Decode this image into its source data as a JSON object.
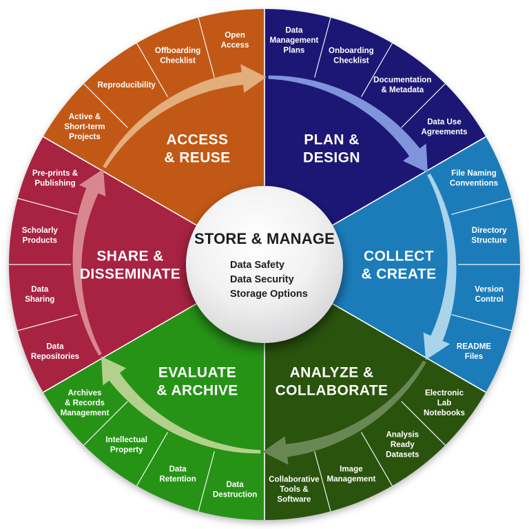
{
  "center": {
    "title": "STORE & MANAGE",
    "items": [
      "Data Safety",
      "Data Security",
      "Storage Options"
    ]
  },
  "segments": [
    {
      "id": "plan-design",
      "label": "PLAN & DESIGN",
      "label_lines": [
        "PLAN &",
        "DESIGN"
      ],
      "color": "#1a1575",
      "arrow_color": "#8094dc",
      "subitems": [
        {
          "label": "Data Management Plans",
          "lines": [
            "Data",
            "Management",
            "Plans"
          ]
        },
        {
          "label": "Onboarding Checklist",
          "lines": [
            "Onboarding",
            "Checklist"
          ]
        },
        {
          "label": "Documentation & Metadata",
          "lines": [
            "Documentation",
            "& Metadata"
          ]
        },
        {
          "label": "Data Use Agreements",
          "lines": [
            "Data Use",
            "Agreements"
          ]
        }
      ]
    },
    {
      "id": "collect-create",
      "label": "COLLECT & CREATE",
      "label_lines": [
        "COLLECT",
        "& CREATE"
      ],
      "color": "#1d7cba",
      "arrow_color": "#a9d4ea",
      "subitems": [
        {
          "label": "File Naming Conventions",
          "lines": [
            "File Naming",
            "Conventions"
          ]
        },
        {
          "label": "Directory Structure",
          "lines": [
            "Directory",
            "Structure"
          ]
        },
        {
          "label": "Version Control",
          "lines": [
            "Version",
            "Control"
          ]
        },
        {
          "label": "README Files",
          "lines": [
            "README",
            "Files"
          ]
        }
      ]
    },
    {
      "id": "analyze-collaborate",
      "label": "ANALYZE & COLLABORATE",
      "label_lines": [
        "ANALYZE &",
        "COLLABORATE"
      ],
      "color": "#2c530f",
      "arrow_color": "#698753",
      "subitems": [
        {
          "label": "Electronic Lab Notebooks",
          "lines": [
            "Electronic",
            "Lab",
            "Notebooks"
          ]
        },
        {
          "label": "Analysis Ready Datasets",
          "lines": [
            "Analysis",
            "Ready",
            "Datasets"
          ]
        },
        {
          "label": "Image Management",
          "lines": [
            "Image",
            "Management"
          ]
        },
        {
          "label": "Collaborative Tools & Software",
          "lines": [
            "Collaborative",
            "Tools &",
            "Software"
          ]
        }
      ]
    },
    {
      "id": "evaluate-archive",
      "label": "EVALUATE & ARCHIVE",
      "label_lines": [
        "EVALUATE",
        "& ARCHIVE"
      ],
      "color": "#269317",
      "arrow_color": "#b4d08d",
      "subitems": [
        {
          "label": "Data Destruction",
          "lines": [
            "Data",
            "Destruction"
          ]
        },
        {
          "label": "Data Retention",
          "lines": [
            "Data",
            "Retention"
          ]
        },
        {
          "label": "Intellectual Property",
          "lines": [
            "Intellectual",
            "Property"
          ]
        },
        {
          "label": "Archives & Records Management",
          "lines": [
            "Archives",
            "& Records",
            "Management"
          ]
        }
      ]
    },
    {
      "id": "share-disseminate",
      "label": "SHARE & DISSEMINATE",
      "label_lines": [
        "SHARE &",
        "DISSEMINATE"
      ],
      "color": "#a82342",
      "arrow_color": "#d9878f",
      "subitems": [
        {
          "label": "Data Repositories",
          "lines": [
            "Data",
            "Repositories"
          ]
        },
        {
          "label": "Data Sharing",
          "lines": [
            "Data",
            "Sharing"
          ]
        },
        {
          "label": "Scholarly Products",
          "lines": [
            "Scholarly",
            "Products"
          ]
        },
        {
          "label": "Pre-prints & Publishing",
          "lines": [
            "Pre-prints &",
            "Publishing"
          ]
        }
      ]
    },
    {
      "id": "access-reuse",
      "label": "ACCESS & REUSE",
      "label_lines": [
        "ACCESS",
        "& REUSE"
      ],
      "color": "#c25817",
      "arrow_color": "#e3ad7c",
      "subitems": [
        {
          "label": "Active & Short-term Projects",
          "lines": [
            "Active &",
            "Short-term",
            "Projects"
          ]
        },
        {
          "label": "Reproducibility",
          "lines": [
            "Reproducibility"
          ]
        },
        {
          "label": "Offboarding Checklist",
          "lines": [
            "Offboarding",
            "Checklist"
          ]
        },
        {
          "label": "Open Access",
          "lines": [
            "Open",
            "Access"
          ]
        }
      ]
    }
  ],
  "colors": {
    "background": "#ffffff",
    "divider": "#ffffff",
    "center_text": "#1d1d1f",
    "sphere_light": "#ffffff",
    "sphere_dark": "#b9b9bc"
  }
}
